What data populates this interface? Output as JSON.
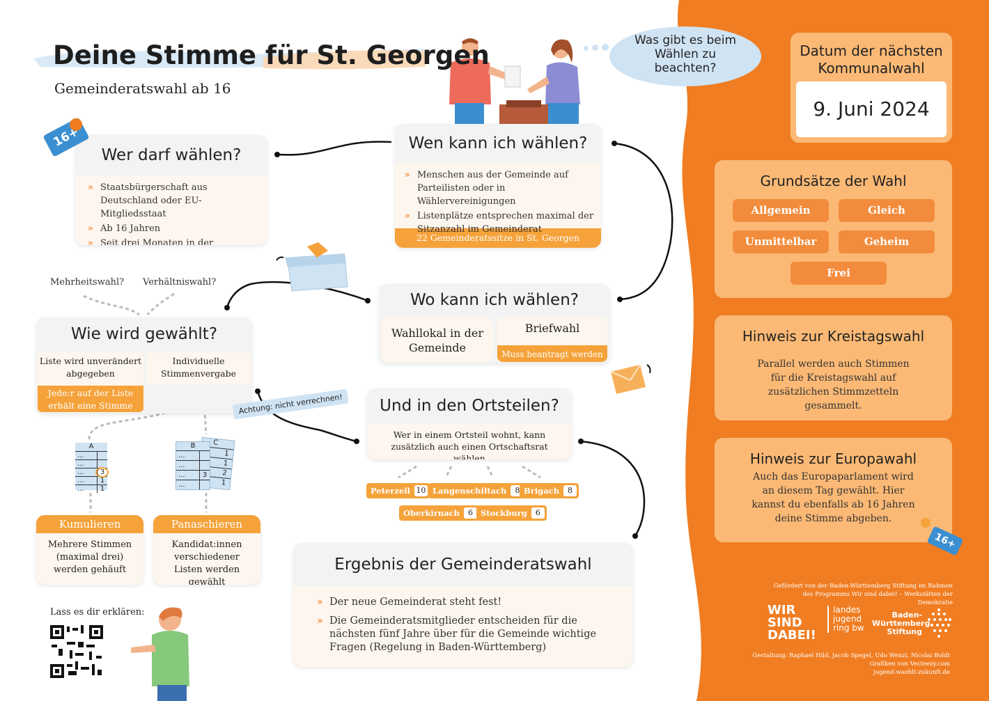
{
  "header": {
    "title_part1": "Deine Stimme für ",
    "title_part2": "St. Georgen",
    "subtitle": "Gemeinderatswahl ab 16",
    "speech_bubble": "Was gibt es beim Wählen zu beachten?",
    "badge": "16+"
  },
  "wer_darf": {
    "title": "Wer darf wählen?",
    "items": [
      "Staatsbürgerschaft aus Deutschland oder EU-Mitgliedsstaat",
      "Ab 16 Jahren",
      "Seit drei Monaten in der Gemeinde"
    ]
  },
  "wen_kann": {
    "title": "Wen kann ich wählen?",
    "items": [
      "Menschen aus der Gemeinde auf Parteilisten oder in Wählervereinigungen",
      "Listenplätze entsprechen maximal der Sitzanzahl im Gemeinderat"
    ],
    "footer": "22 Gemeinderatssitze in St. Georgen"
  },
  "wo_kann": {
    "title": "Wo kann ich wählen?",
    "option1": "Wahllokal in der Gemeinde",
    "option2": "Briefwahl",
    "option2_note": "Muss beantragt werden"
  },
  "wie_wird": {
    "question1": "Mehrheitswahl?",
    "question2": "Verhältniswahl?",
    "title": "Wie wird gewählt?",
    "left_text": "Liste wird unverändert abgegeben",
    "left_note": "Jede:r auf der Liste erhält eine Stimme",
    "right_text": "Individuelle Stimmenvergabe",
    "ballot_a": {
      "label": "A",
      "rows": [
        "...",
        "...",
        "...",
        "...",
        "..."
      ],
      "votes": [
        "",
        "",
        "3",
        "1",
        "1"
      ]
    },
    "ballot_b": {
      "label": "B",
      "rows": [
        "...",
        "...",
        "...",
        "..."
      ],
      "votes": [
        "",
        "",
        "3",
        ""
      ]
    },
    "ballot_c": {
      "label": "C",
      "votes": [
        "1",
        "1",
        "2",
        "1"
      ]
    },
    "kumulieren": {
      "title": "Kumulieren",
      "text": "Mehrere Stimmen (maximal drei) werden gehäuft"
    },
    "panaschieren": {
      "title": "Panaschieren",
      "text": "Kandidat:innen verschiedener Listen werden gewählt"
    }
  },
  "warning": "Achtung: nicht verrechnen!",
  "ortsteile": {
    "title": "Und in den Ortsteilen?",
    "text": "Wer in einem Ortsteil wohnt, kann zusätzlich auch einen Ortschaftsrat wählen",
    "districts": [
      {
        "name": "Peterzell",
        "seats": "10"
      },
      {
        "name": "Langenschiltach",
        "seats": "8"
      },
      {
        "name": "Brigach",
        "seats": "8"
      },
      {
        "name": "Oberkirnach",
        "seats": "6"
      },
      {
        "name": "Stockburg",
        "seats": "6"
      }
    ]
  },
  "ergebnis": {
    "title": "Ergebnis der Gemeinderatswahl",
    "items": [
      "Der neue Gemeinderat steht fest!",
      "Die Gemeinderatsmitglieder entscheiden für die nächsten fünf Jahre über für die Gemeinde wichtige Fragen (Regelung in Baden-Württemberg)"
    ]
  },
  "qr": {
    "label": "Lass es dir erklären:"
  },
  "side": {
    "date_title": "Datum der nächsten Kommunalwahl",
    "date": "9. Juni 2024",
    "grundsaetze_title": "Grundsätze der Wahl",
    "principles": [
      "Allgemein",
      "Gleich",
      "Unmittelbar",
      "Geheim",
      "Frei"
    ],
    "kreistag_title": "Hinweis zur Kreistagswahl",
    "kreistag_text": "Parallel werden auch Stimmen für die Kreistagswahl auf zusätzlichen Stimmzetteln gesammelt.",
    "europa_title": "Hinweis zur Europawahl",
    "europa_text": "Auch das Europaparlament wird an diesem Tag gewählt. Hier kannst du ebenfalls ab 16 Jahren deine Stimme abgeben.",
    "badge": "16+"
  },
  "footer": {
    "funding": "Gefördert von der Baden-Württemberg Stiftung im Rahmen des Programms Wir sind dabei! – Werkstätten der Demokratie",
    "logo1": "WIR SIND DABEI!",
    "logo2_line1": "landes",
    "logo2_line2": "jugend",
    "logo2_line3": "ring bw",
    "logo3_line1": "Baden-",
    "logo3_line2": "Württemberg",
    "logo3_line3": "Stiftung",
    "credits1": "Gestaltung: Raphael Hild, Jacob Spegel, Udo Wenzl, Nicolai Boldt",
    "credits2": "Grafiken von Vecteezy.com",
    "credits3": "jugend-waehlt-zukunft.de"
  },
  "colors": {
    "orange": "#f07d22",
    "light_orange": "#fbb975",
    "accent": "#f5a23a",
    "blue": "#cfe3f3"
  }
}
